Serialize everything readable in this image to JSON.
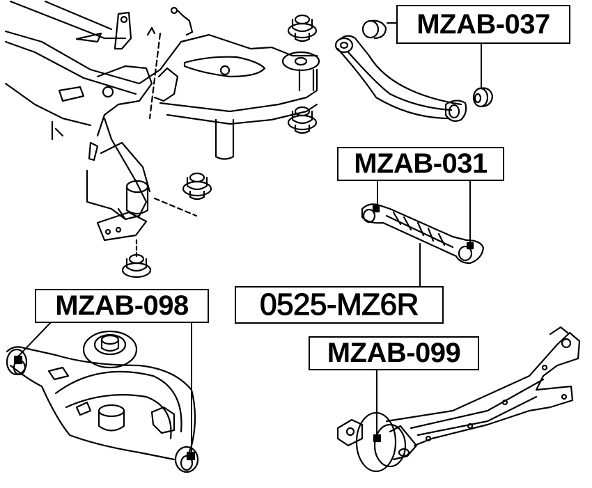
{
  "diagram": {
    "type": "exploded-parts-diagram",
    "subject": "rear suspension subframe and arms",
    "colors": {
      "line": "#000000",
      "background": "#ffffff"
    },
    "labels": [
      {
        "id": "mzab-037",
        "text": "MZAB-037",
        "points_to": "upper arm bushings (top right)"
      },
      {
        "id": "mzab-031",
        "text": "MZAB-031",
        "points_to": "adjustable rod end bushings"
      },
      {
        "id": "0525-mz6r",
        "text": "0525-MZ6R",
        "points_to": "adjustable toe/camber rod"
      },
      {
        "id": "mzab-098",
        "text": "MZAB-098",
        "points_to": "lower control arm bushings"
      },
      {
        "id": "mzab-099",
        "text": "MZAB-099",
        "points_to": "trailing arm bushing"
      }
    ],
    "components": [
      "rear subframe with mounting bushings",
      "upper control arm",
      "adjustable rod",
      "lower control arm",
      "trailing arm"
    ]
  }
}
